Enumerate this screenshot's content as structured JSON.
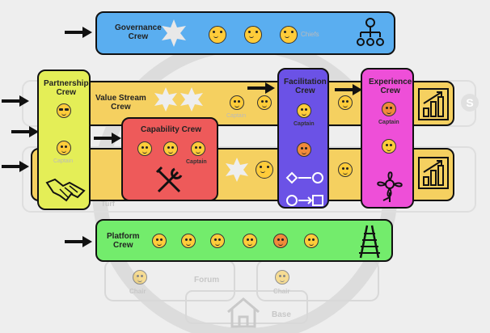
{
  "crews": {
    "governance": {
      "title": "Governance\nCrew",
      "faint_label": "Chiefs"
    },
    "partnership": {
      "title": "Partnership\nCrew",
      "faint_label": "Captain"
    },
    "value_stream": {
      "title": "Value Stream\nCrew",
      "faint_label": "Captain"
    },
    "capability": {
      "title": "Capability Crew",
      "captain_label": "Captain"
    },
    "facilitation": {
      "title": "Facilitation\nCrew",
      "captain_label": "Captain"
    },
    "experience": {
      "title": "Experience\nCrew",
      "captain_label": "Captain"
    },
    "platform": {
      "title": "Platform\nCrew"
    }
  },
  "background": {
    "turf_label": "Turf",
    "forum_label": "Forum",
    "chair_left_label": "Chair",
    "chair_right_label": "Chair",
    "base_label": "Base"
  },
  "badges": {
    "s_badge": "S"
  },
  "colors": {
    "governance": "#5aaef0",
    "partnership": "#e4ee57",
    "value_stream": "#f5d060",
    "capability": "#ee5a5a",
    "facilitation": "#6b52e6",
    "experience": "#ee4fd8",
    "platform": "#73ec6c"
  },
  "icons": [
    "handshake-icon",
    "tools-icon",
    "flowchart-icon",
    "flower-icon",
    "growth-chart-icon",
    "org-chart-icon",
    "railroad-icon",
    "house-icon",
    "arrow-right-icon"
  ]
}
